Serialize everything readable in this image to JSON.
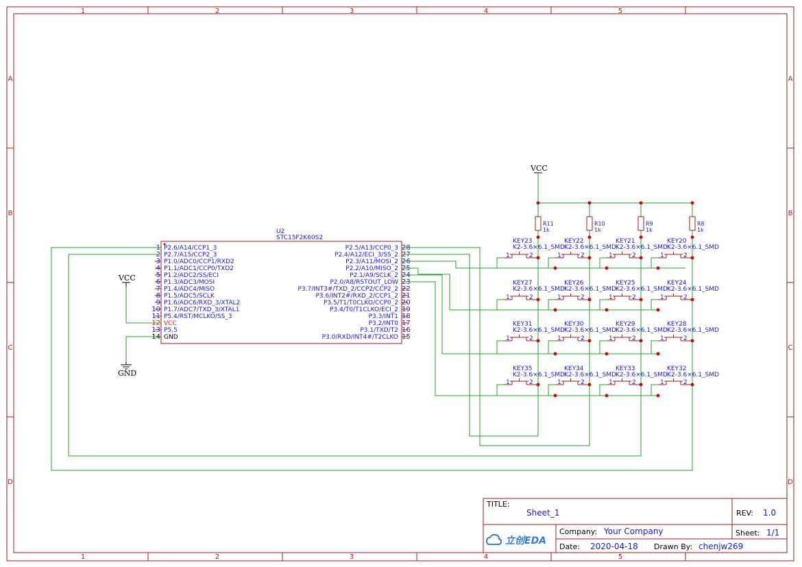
{
  "frame": {
    "columns": [
      "1",
      "2",
      "3",
      "4",
      "5"
    ],
    "rows": [
      "A",
      "B",
      "C",
      "D"
    ]
  },
  "mcu": {
    "designator": "U2",
    "part": "STC15F2K60S2",
    "left_pins": [
      {
        "num": "1",
        "name": "P2.6/A14/CCP1_3"
      },
      {
        "num": "2",
        "name": "P2.7/A15/CCP2_3"
      },
      {
        "num": "3",
        "name": "P1.0/ADC0/CCP1/RXD2"
      },
      {
        "num": "4",
        "name": "P1.1/ADC1/CCP0/TXD2"
      },
      {
        "num": "5",
        "name": "P1.2/ADC2/SS/ECI"
      },
      {
        "num": "6",
        "name": "P1.3/ADC3/MOSI"
      },
      {
        "num": "7",
        "name": "P1.4/ADC4/MISO"
      },
      {
        "num": "8",
        "name": "P1.5/ADC5/SCLK"
      },
      {
        "num": "9",
        "name": "P1.6/ADC6/RXD_3/XTAL2"
      },
      {
        "num": "10",
        "name": "P1.7/ADC7/TXD_3/XTAL1"
      },
      {
        "num": "11",
        "name": "P5.4/RST/MCLKO/SS_3"
      },
      {
        "num": "12",
        "name": "VCC"
      },
      {
        "num": "13",
        "name": "P5.5"
      },
      {
        "num": "14",
        "name": "GND"
      }
    ],
    "right_pins": [
      {
        "num": "28",
        "name": "P2.5/A13/CCP0_3"
      },
      {
        "num": "27",
        "name": "P2.4/A12/ECI_3/SS_2"
      },
      {
        "num": "26",
        "name": "P2.3/A11/MOSI_2"
      },
      {
        "num": "25",
        "name": "P2.2/A10/MISO_2"
      },
      {
        "num": "24",
        "name": "P2.1/A9/SCLK_2"
      },
      {
        "num": "23",
        "name": "P2.0/A8/RSTOUT_LOW"
      },
      {
        "num": "22",
        "name": "P3.7/INT3#/TXD_2/CCP2/CCP2_2"
      },
      {
        "num": "21",
        "name": "P3.6/INT2#/RXD_2/CCP1_2"
      },
      {
        "num": "20",
        "name": "P3.5/T1/T0CLKO/CCP0_2"
      },
      {
        "num": "19",
        "name": "P3.4/T0/T1CLKO/ECI_2"
      },
      {
        "num": "18",
        "name": "P3.3/INT1"
      },
      {
        "num": "17",
        "name": "P3.2/INT0"
      },
      {
        "num": "16",
        "name": "P3.1/TXD/T2"
      },
      {
        "num": "15",
        "name": "P3.0/RXD/INT4#/T2CLKO"
      }
    ]
  },
  "power": {
    "vcc_left": "VCC",
    "gnd_left": "GND",
    "vcc_top": "VCC"
  },
  "resistors": [
    {
      "ref": "R11",
      "value": "1k"
    },
    {
      "ref": "R10",
      "value": "1k"
    },
    {
      "ref": "R9",
      "value": "1k"
    },
    {
      "ref": "R8",
      "value": "1k"
    }
  ],
  "keys": [
    [
      {
        "ref": "KEY23",
        "part": "K2-3.6×6.1_SMD"
      },
      {
        "ref": "KEY22",
        "part": "K2-3.6×6.1_SMD"
      },
      {
        "ref": "KEY21",
        "part": "K2-3.6×6.1_SMD"
      },
      {
        "ref": "KEY20",
        "part": "K2-3.6×6.1_SMD"
      }
    ],
    [
      {
        "ref": "KEY27",
        "part": "K2-3.6×6.1_SMD"
      },
      {
        "ref": "KEY26",
        "part": "K2-3.6×6.1_SMD"
      },
      {
        "ref": "KEY25",
        "part": "K2-3.6×6.1_SMD"
      },
      {
        "ref": "KEY24",
        "part": "K2-3.6×6.1_SMD"
      }
    ],
    [
      {
        "ref": "KEY31",
        "part": "K2-3.6×6.1_SMD"
      },
      {
        "ref": "KEY30",
        "part": "K2-3.6×6.1_SMD"
      },
      {
        "ref": "KEY29",
        "part": "K2-3.6×6.1_SMD"
      },
      {
        "ref": "KEY28",
        "part": "K2-3.6×6.1_SMD"
      }
    ],
    [
      {
        "ref": "KEY35",
        "part": "K2-3.6×6.1_SMD"
      },
      {
        "ref": "KEY34",
        "part": "K2-3.6×6.1_SMD"
      },
      {
        "ref": "KEY33",
        "part": "K2-3.6×6.1_SMD"
      },
      {
        "ref": "KEY32",
        "part": "K2-3.6×6.1_SMD"
      }
    ]
  ],
  "key_pin_labels": {
    "left": "1",
    "right": "2"
  },
  "title_block": {
    "title_label": "TITLE:",
    "title_value": "Sheet_1",
    "rev_label": "REV:",
    "rev_value": "1.0",
    "company_label": "Company:",
    "company_value": "Your Company",
    "sheet_label": "Sheet:",
    "sheet_value": "1/1",
    "date_label": "Date:",
    "date_value": "2020-04-18",
    "drawn_label": "Drawn By:",
    "drawn_value": "chenjw269",
    "logo_text": "立创EDA"
  },
  "colors": {
    "frame": "#9b1b1b",
    "wire": "#22a022",
    "text": "#1a1ad0",
    "junction": "#c01010"
  }
}
